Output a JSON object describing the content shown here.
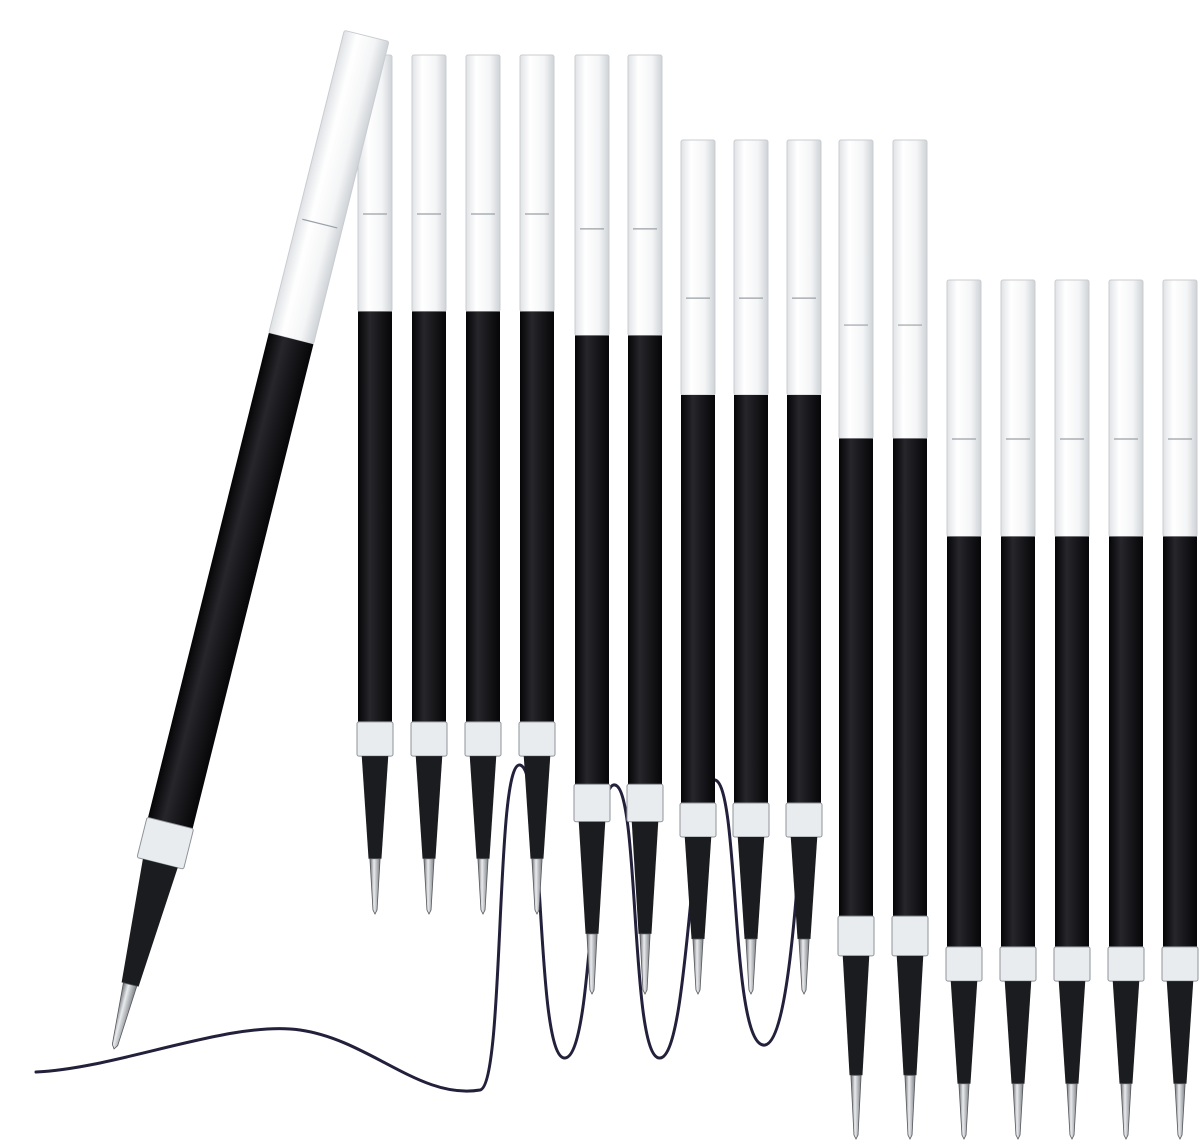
{
  "product": {
    "ink_color": "#111114",
    "scribble_color": "#22203a",
    "tube_color": "#f2f3f4",
    "tube_edge_color": "#c9ccd0",
    "background": "#ffffff"
  },
  "refills": {
    "featured_count": 1,
    "row_counts": [
      4,
      5,
      7
    ],
    "total_count": 17
  }
}
